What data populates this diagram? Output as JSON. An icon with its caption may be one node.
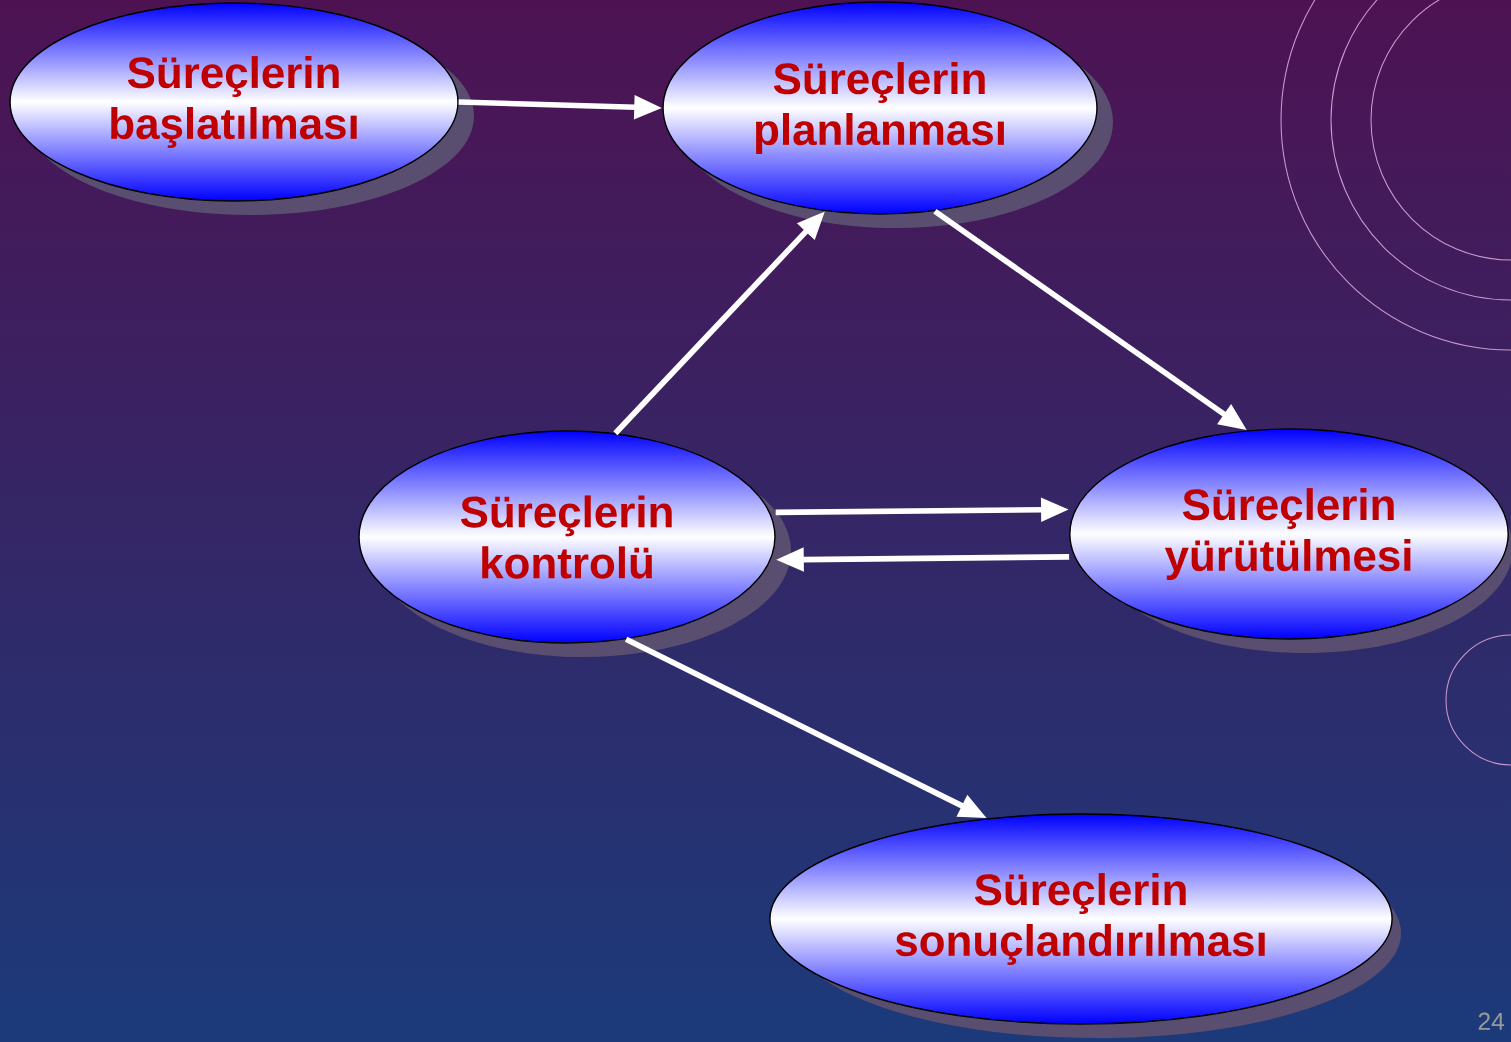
{
  "diagram": {
    "nodes": [
      {
        "text": [
          "Süreçlerin başlatılması"
        ]
      },
      {
        "text": [
          "Süreçlerin planlanması"
        ]
      },
      {
        "text": [
          "Süreçlerin kontrolü"
        ]
      },
      {
        "text": [
          "Süreçlerin yürütülmesi"
        ]
      },
      {
        "text": [
          "Süreçlerin sonuçlandırılması"
        ]
      }
    ],
    "edges": [
      {
        "from": 0,
        "to": 1,
        "arrow": "to"
      },
      {
        "from": 1,
        "to": 3,
        "arrow": "to"
      },
      {
        "from": 2,
        "to": 1,
        "arrow": "to"
      },
      {
        "from": 2,
        "to": 3,
        "arrow": "to"
      },
      {
        "from": 3,
        "to": 2,
        "arrow": "to"
      },
      {
        "from": 2,
        "to": 4,
        "arrow": "to"
      }
    ],
    "labels": [
      "24"
    ]
  }
}
